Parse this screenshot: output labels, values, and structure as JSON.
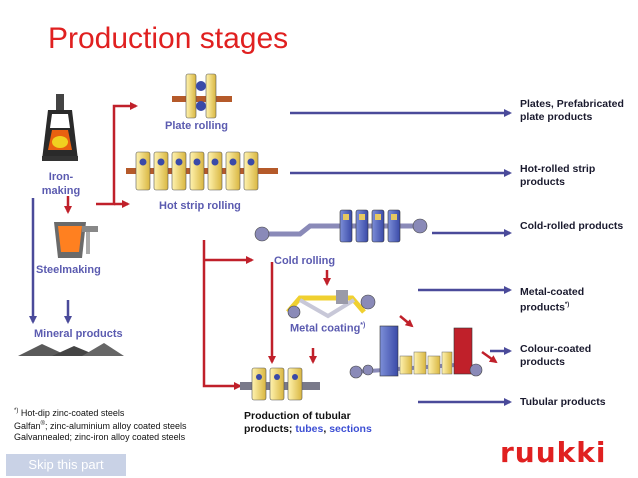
{
  "title": "Production stages",
  "stages": {
    "ironmaking": "Iron-\nmaking",
    "steelmaking": "Steelmaking",
    "mineral_products": "Mineral products",
    "plate_rolling": "Plate rolling",
    "hot_strip_rolling": "Hot strip rolling",
    "cold_rolling": "Cold rolling",
    "metal_coating": "Metal coating",
    "metal_coating_mark": "*)"
  },
  "products": [
    "Plates, Prefabricated plate products",
    "Hot-rolled strip products",
    "Cold-rolled products",
    "Metal-coated products",
    "Colour-coated products",
    "Tubular products"
  ],
  "product_mark": "*)",
  "tubular": {
    "line1": "Production of tubular",
    "line2_prefix": "products; ",
    "tubes": "tubes",
    "sep": ", ",
    "sections": "sections"
  },
  "footnote": {
    "mark": "*)",
    "line1": "Hot-dip zinc-coated steels",
    "line2_a": "Galfan",
    "line2_reg": "®",
    "line2_b": "; zinc-aluminium alloy coated steels",
    "line3": "Galvannealed; zinc-iron alloy coated steels"
  },
  "skip_button": "Skip this part",
  "logo": "ruukki",
  "colors": {
    "title": "#e02020",
    "arrow_blue": "#4a4a9a",
    "arrow_red": "#c0202a",
    "label": "#5b5bb0",
    "logo": "#e02020"
  }
}
